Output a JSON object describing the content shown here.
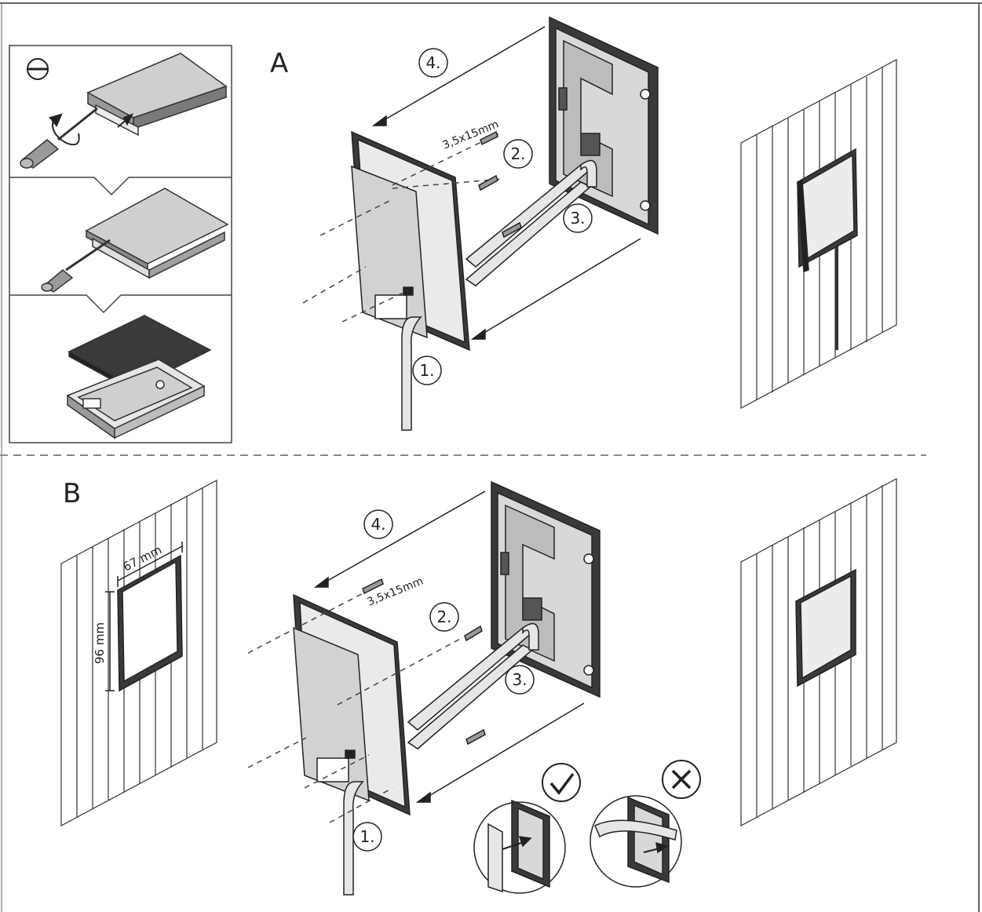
{
  "sections": {
    "a": {
      "letter": "A"
    },
    "b": {
      "letter": "B"
    }
  },
  "steps": {
    "a": [
      "1.",
      "2.",
      "3.",
      "4."
    ],
    "b": [
      "1.",
      "2.",
      "3.",
      "4."
    ]
  },
  "screw_size": "3,5x15mm",
  "cutout": {
    "width": "67 mm",
    "height": "96 mm"
  },
  "status_icons": [
    "check-icon",
    "cross-icon",
    "minus-screwdriver-icon"
  ],
  "colors": {
    "line": "#222222",
    "panel": "#e6e6e6",
    "dark": "#3a3a3a",
    "board": "#d8d8d8"
  }
}
